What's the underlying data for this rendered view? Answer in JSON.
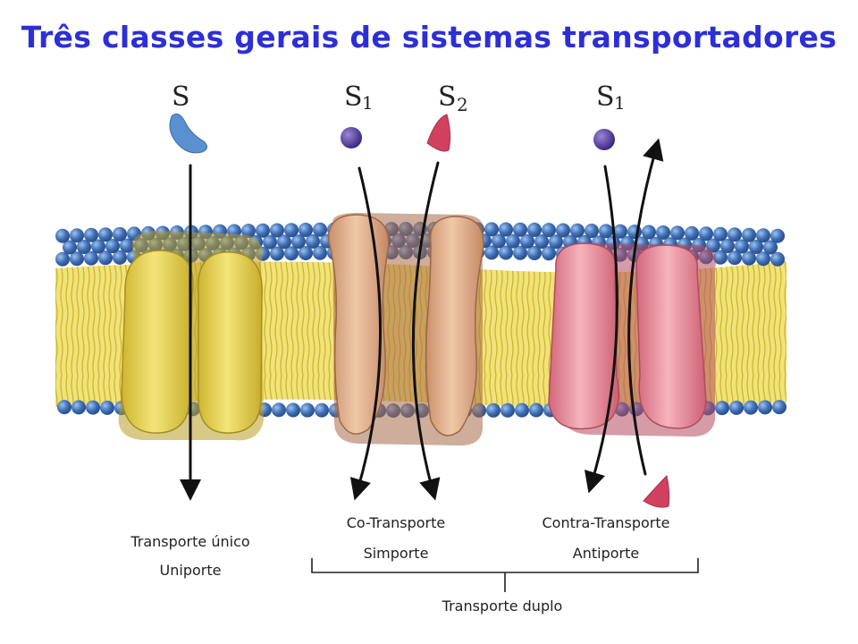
{
  "title": "Três classes gerais de sistemas transportadores",
  "substrates": {
    "uniport": "S",
    "symport_1": "S",
    "symport_1_sub": "1",
    "symport_2": "S",
    "symport_2_sub": "2",
    "antiport_1": "S",
    "antiport_1_sub": "1"
  },
  "labels": {
    "uniport_line1": "Transporte único",
    "uniport_line2": "Uniporte",
    "symport_line1": "Co-Transporte",
    "symport_line2": "Simporte",
    "antiport_line1": "Contra-Transporte",
    "antiport_line2": "Antiporte",
    "dual": "Transporte duplo"
  },
  "colors": {
    "title": "#2d2fd6",
    "head_group": "#3f6fb5",
    "lipid_tail": "#e7d64a",
    "uniport_protein": "#e4d24e",
    "symport_protein": "#dca98a",
    "antiport_protein": "#e58b98",
    "substrate_blue": "#5a8fd0",
    "substrate_purple": "#5a3e9e",
    "substrate_red": "#d2405f"
  }
}
